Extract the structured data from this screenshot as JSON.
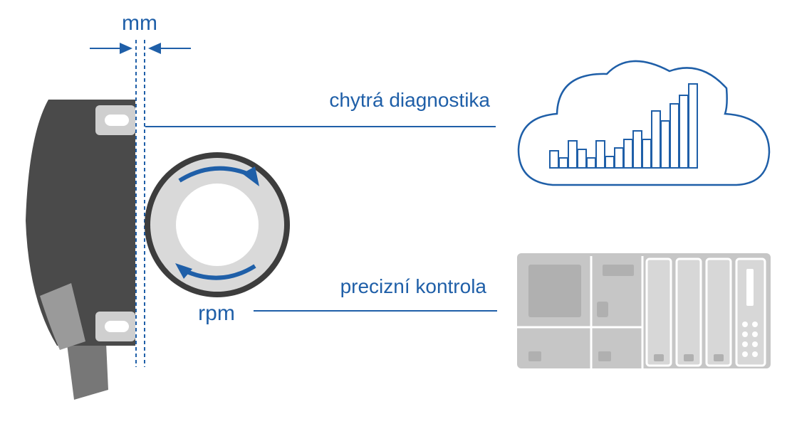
{
  "labels": {
    "gap_unit": "mm",
    "diagnostics": "chytrá diagnostika",
    "speed_unit": "rpm",
    "control": "precizní kontrola"
  },
  "colors": {
    "accent_blue": "#1f5fa8",
    "sensor_body": "#4a4a4a",
    "wheel_rim": "#3d3d3d",
    "wheel_ring": "#d9d9d9",
    "plc_gray": "#c6c6c6"
  },
  "icons": {
    "cloud": "cloud-bar-chart-icon",
    "plc": "plc-rack-icon"
  }
}
